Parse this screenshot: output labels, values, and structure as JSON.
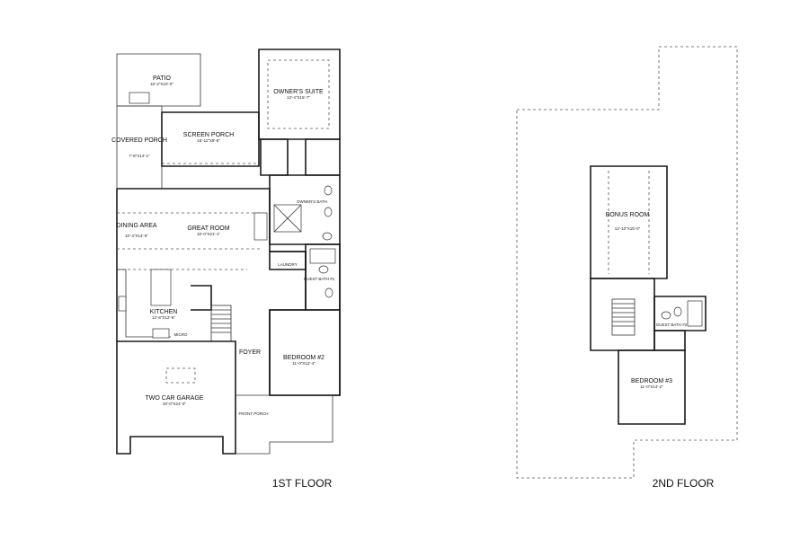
{
  "floors": [
    {
      "title": "1ST FLOOR"
    },
    {
      "title": "2ND FLOOR"
    }
  ],
  "rooms": {
    "patio": {
      "name": "PATIO",
      "dim": "16'-2\"X10'-0\""
    },
    "owners_suite": {
      "name": "OWNER'S SUITE",
      "dim": "13'-4\"X15'-7\""
    },
    "covered_porch": {
      "name": "COVERED PORCH",
      "dim": "7'-8\"X14'-1\""
    },
    "screen_porch": {
      "name": "SCREEN PORCH",
      "dim": "16'-11\"X9'-8\""
    },
    "owners_bath": {
      "name": "OWNER'S BATH",
      "dim": ""
    },
    "dining_area": {
      "name": "DINING AREA",
      "dim": "10'-4\"X14'-6\""
    },
    "great_room": {
      "name": "GREAT ROOM",
      "dim": "16'-0\"X21'-1\""
    },
    "laundry": {
      "name": "LAUNDRY",
      "dim": ""
    },
    "guest_bath_1": {
      "name": "GUEST BATH #1",
      "dim": ""
    },
    "kitchen": {
      "name": "KITCHEN",
      "dim": "12'-8\"X12'-6\""
    },
    "micro": {
      "name": "MICRO",
      "dim": ""
    },
    "foyer": {
      "name": "FOYER",
      "dim": ""
    },
    "bedroom_2": {
      "name": "BEDROOM #2",
      "dim": "11'-0\"X12'-4\""
    },
    "garage": {
      "name": "TWO CAR GARAGE",
      "dim": "20'-0\"X24'-0\""
    },
    "front_porch": {
      "name": "FRONT PORCH",
      "dim": ""
    },
    "bonus_room": {
      "name": "BONUS ROOM",
      "dim": "12'-10\"X15'-0\""
    },
    "guest_bath_2": {
      "name": "GUEST BATH #2",
      "dim": ""
    },
    "bedroom_3": {
      "name": "BEDROOM #3",
      "dim": "11'-0\"X14'-2\""
    }
  }
}
